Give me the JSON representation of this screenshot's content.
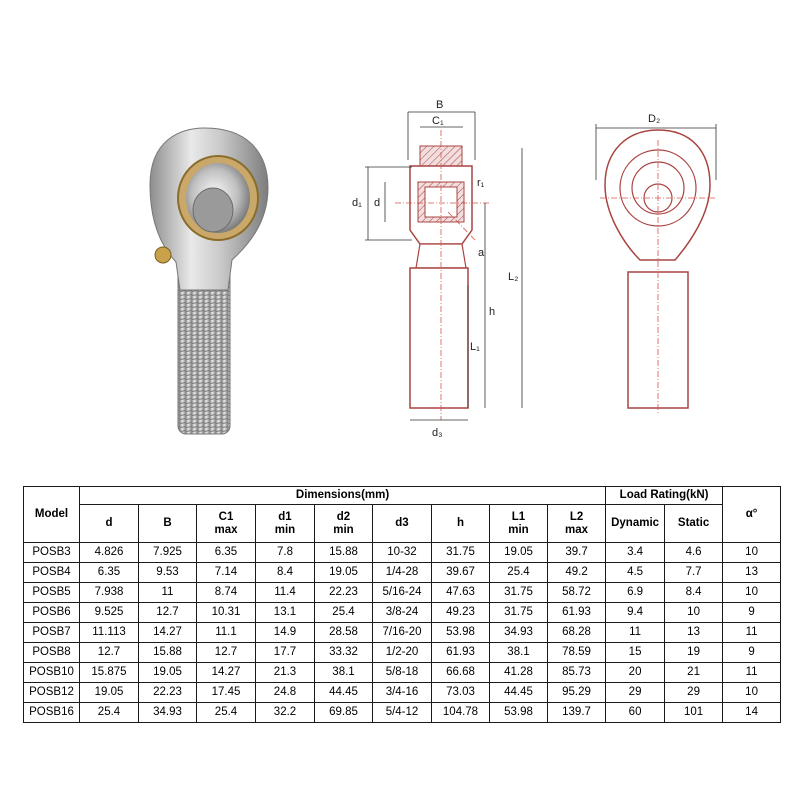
{
  "diagram": {
    "labels": {
      "B": "B",
      "C1": "C₁",
      "r1": "r₁",
      "d1": "d₁",
      "d": "d",
      "a": "a",
      "L2": "L₂",
      "h": "h",
      "L1": "L₁",
      "d3": "d₃",
      "D2": "D₂"
    }
  },
  "table": {
    "group_headers": {
      "model": "Model",
      "dimensions": "Dimensions(mm)",
      "load": "Load Rating(kN)",
      "alpha": "α°"
    },
    "columns": [
      {
        "top": "d",
        "bottom": ""
      },
      {
        "top": "B",
        "bottom": ""
      },
      {
        "top": "C1",
        "bottom": "max"
      },
      {
        "top": "d1",
        "bottom": "min"
      },
      {
        "top": "d2",
        "bottom": "min"
      },
      {
        "top": "d3",
        "bottom": ""
      },
      {
        "top": "h",
        "bottom": ""
      },
      {
        "top": "L1",
        "bottom": "min"
      },
      {
        "top": "L2",
        "bottom": "max"
      },
      {
        "top": "Dynamic",
        "bottom": ""
      },
      {
        "top": "Static",
        "bottom": ""
      }
    ],
    "rows": [
      [
        "POSB3",
        "4.826",
        "7.925",
        "6.35",
        "7.8",
        "15.88",
        "10-32",
        "31.75",
        "19.05",
        "39.7",
        "3.4",
        "4.6",
        "10"
      ],
      [
        "POSB4",
        "6.35",
        "9.53",
        "7.14",
        "8.4",
        "19.05",
        "1/4-28",
        "39.67",
        "25.4",
        "49.2",
        "4.5",
        "7.7",
        "13"
      ],
      [
        "POSB5",
        "7.938",
        "11",
        "8.74",
        "11.4",
        "22.23",
        "5/16-24",
        "47.63",
        "31.75",
        "58.72",
        "6.9",
        "8.4",
        "10"
      ],
      [
        "POSB6",
        "9.525",
        "12.7",
        "10.31",
        "13.1",
        "25.4",
        "3/8-24",
        "49.23",
        "31.75",
        "61.93",
        "9.4",
        "10",
        "9"
      ],
      [
        "POSB7",
        "11.113",
        "14.27",
        "11.1",
        "14.9",
        "28.58",
        "7/16-20",
        "53.98",
        "34.93",
        "68.28",
        "11",
        "13",
        "11"
      ],
      [
        "POSB8",
        "12.7",
        "15.88",
        "12.7",
        "17.7",
        "33.32",
        "1/2-20",
        "61.93",
        "38.1",
        "78.59",
        "15",
        "19",
        "9"
      ],
      [
        "POSB10",
        "15.875",
        "19.05",
        "14.27",
        "21.3",
        "38.1",
        "5/8-18",
        "66.68",
        "41.28",
        "85.73",
        "20",
        "21",
        "11"
      ],
      [
        "POSB12",
        "19.05",
        "22.23",
        "17.45",
        "24.8",
        "44.45",
        "3/4-16",
        "73.03",
        "44.45",
        "95.29",
        "29",
        "29",
        "10"
      ],
      [
        "POSB16",
        "25.4",
        "34.93",
        "25.4",
        "32.2",
        "69.85",
        "5/4-12",
        "104.78",
        "53.98",
        "139.7",
        "60",
        "101",
        "14"
      ]
    ]
  }
}
